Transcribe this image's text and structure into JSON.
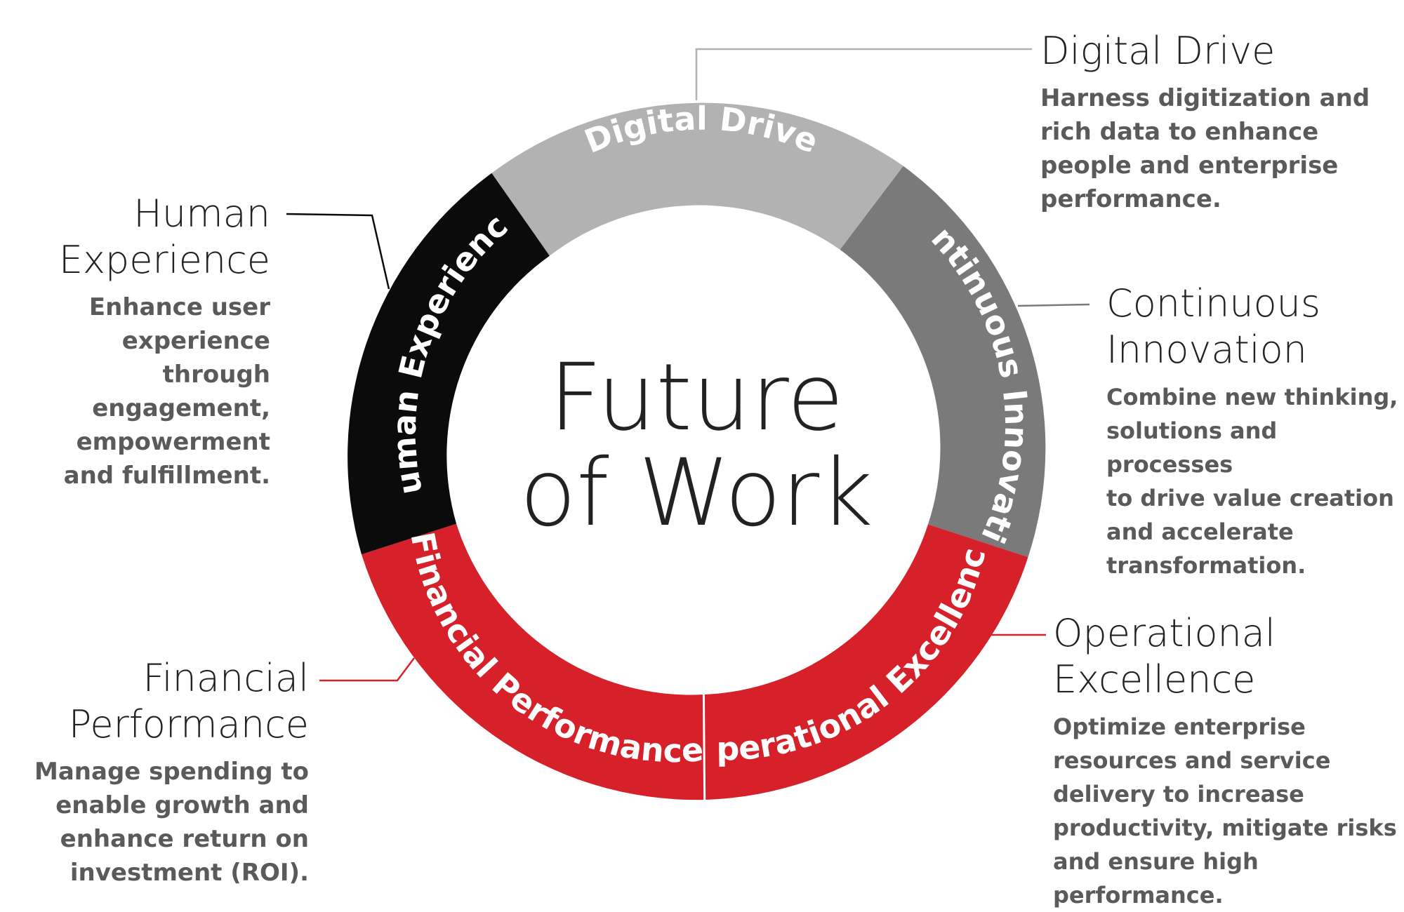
{
  "center": {
    "line1": "Future",
    "line2": "of Work"
  },
  "colors": {
    "digital": "#b2b2b2",
    "continuous": "#7a7a7a",
    "human": "#0b0b0b",
    "red": "#d6212b",
    "text_dark": "#222222",
    "text_gray": "#5a5a5a"
  },
  "segments": {
    "digital_drive": "Digital Drive",
    "continuous_innovation": "Continuous Innovation",
    "operational_excellence": "Operational Excellence",
    "financial_performance": "Financial Performance",
    "human_experience": "Human Experience"
  },
  "callouts": {
    "digital_drive": {
      "title": [
        "Digital Drive"
      ],
      "description": [
        "Harness digitization and",
        "rich data to enhance",
        "people and enterprise",
        "performance."
      ]
    },
    "continuous_innovation": {
      "title": [
        "Continuous",
        "Innovation"
      ],
      "description": [
        "Combine new thinking,",
        "solutions and processes",
        "to drive value creation",
        "and accelerate",
        "transformation."
      ]
    },
    "operational_excellence": {
      "title": [
        "Operational",
        "Excellence"
      ],
      "description": [
        "Optimize enterprise",
        "resources and service",
        "delivery to increase",
        "productivity, mitigate risks",
        "and ensure high",
        "performance."
      ]
    },
    "financial_performance": {
      "title": [
        "Financial",
        "Performance"
      ],
      "description": [
        "Manage spending to",
        "enable growth and",
        "enhance return on",
        "investment (ROI)."
      ]
    },
    "human_experience": {
      "title": [
        "Human",
        "Experience"
      ],
      "description": [
        "Enhance user",
        "experience through",
        "engagement,",
        "empowerment",
        "and fulfillment."
      ]
    }
  }
}
